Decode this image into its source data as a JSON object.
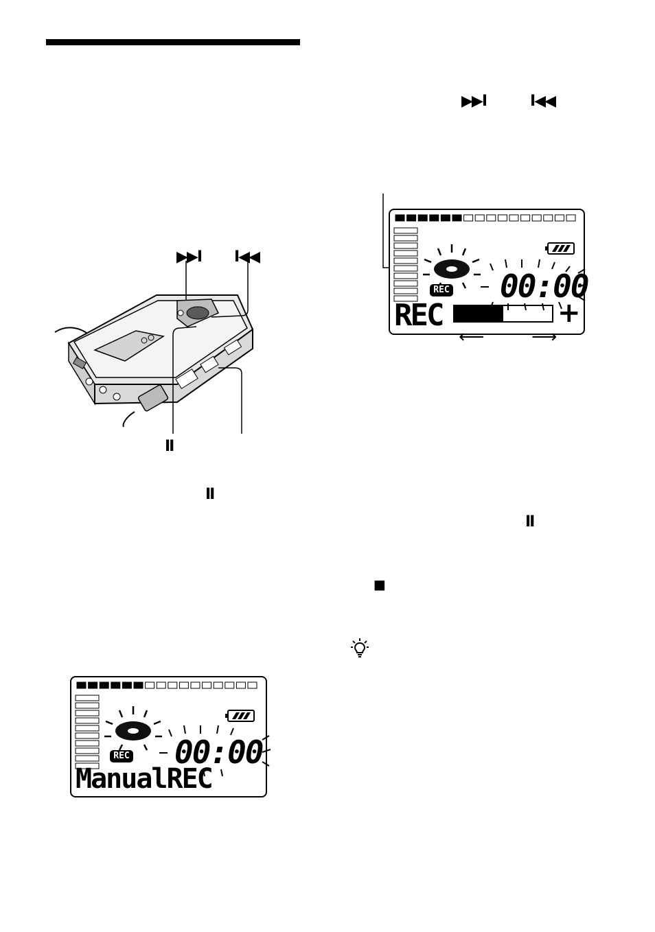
{
  "top_buttons": {
    "next": "▶▶I",
    "prev": "I◀◀"
  },
  "device_labels": {
    "next": "▶▶I",
    "prev": "I◀◀",
    "pause": "II"
  },
  "inline_pause": "II",
  "right_pause": "II",
  "stop_symbol": "■",
  "tip_icon": "hint-bulb-icon",
  "display_manual": {
    "counter": "00:00",
    "rec_badge": "REC",
    "bottom_text": "ManualREC",
    "level_segments_filled": 6,
    "level_segments_total": 16
  },
  "display_level": {
    "counter": "00:00",
    "rec_badge": "REC",
    "bottom_text": "REC",
    "plus": "+",
    "level_bar_fill": 0.5,
    "level_segments_filled": 6,
    "level_segments_total": 16
  },
  "arrows": {
    "left": "⟵",
    "right": "⟶"
  }
}
